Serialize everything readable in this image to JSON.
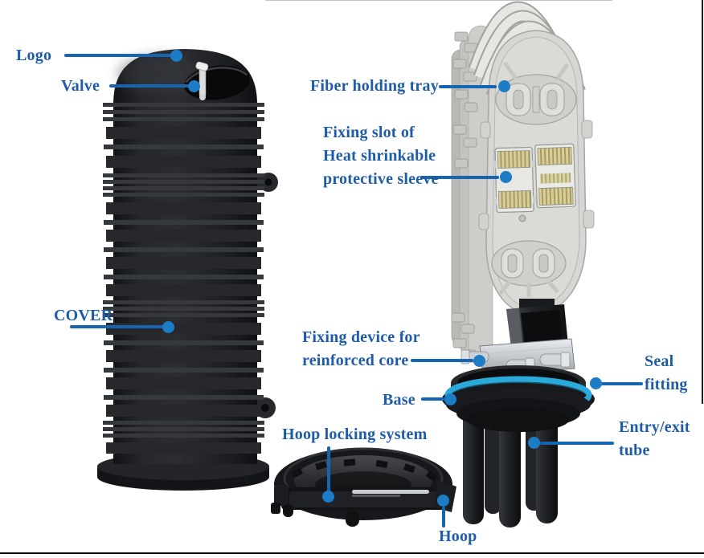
{
  "theme": {
    "background": "#ffffff",
    "label_color": "#1e5ca8",
    "leader_line_color": "#1565b0",
    "leader_dot_color": "#1c7cc5",
    "seal_ring_color": "#2ba9da",
    "border_color": "#0a0a0a"
  },
  "callouts": {
    "logo": {
      "label": "Logo"
    },
    "valve": {
      "label": "Valve"
    },
    "cover": {
      "label": "COVER"
    },
    "fiber_holding_tray": {
      "label": "Fiber holding tray"
    },
    "fixing_slot": {
      "lines": [
        "Fixing slot of",
        "Heat shrinkable",
        "protective sleeve"
      ]
    },
    "fixing_device": {
      "lines": [
        "Fixing device for",
        "reinforced core"
      ]
    },
    "base": {
      "label": "Base"
    },
    "seal_fitting": {
      "lines": [
        "Seal",
        "fitting"
      ]
    },
    "entry_exit_tube": {
      "lines": [
        "Entry/exit",
        "tube"
      ]
    },
    "hoop_locking_system": {
      "label": "Hoop locking system"
    },
    "hoop": {
      "label": "Hoop"
    }
  }
}
